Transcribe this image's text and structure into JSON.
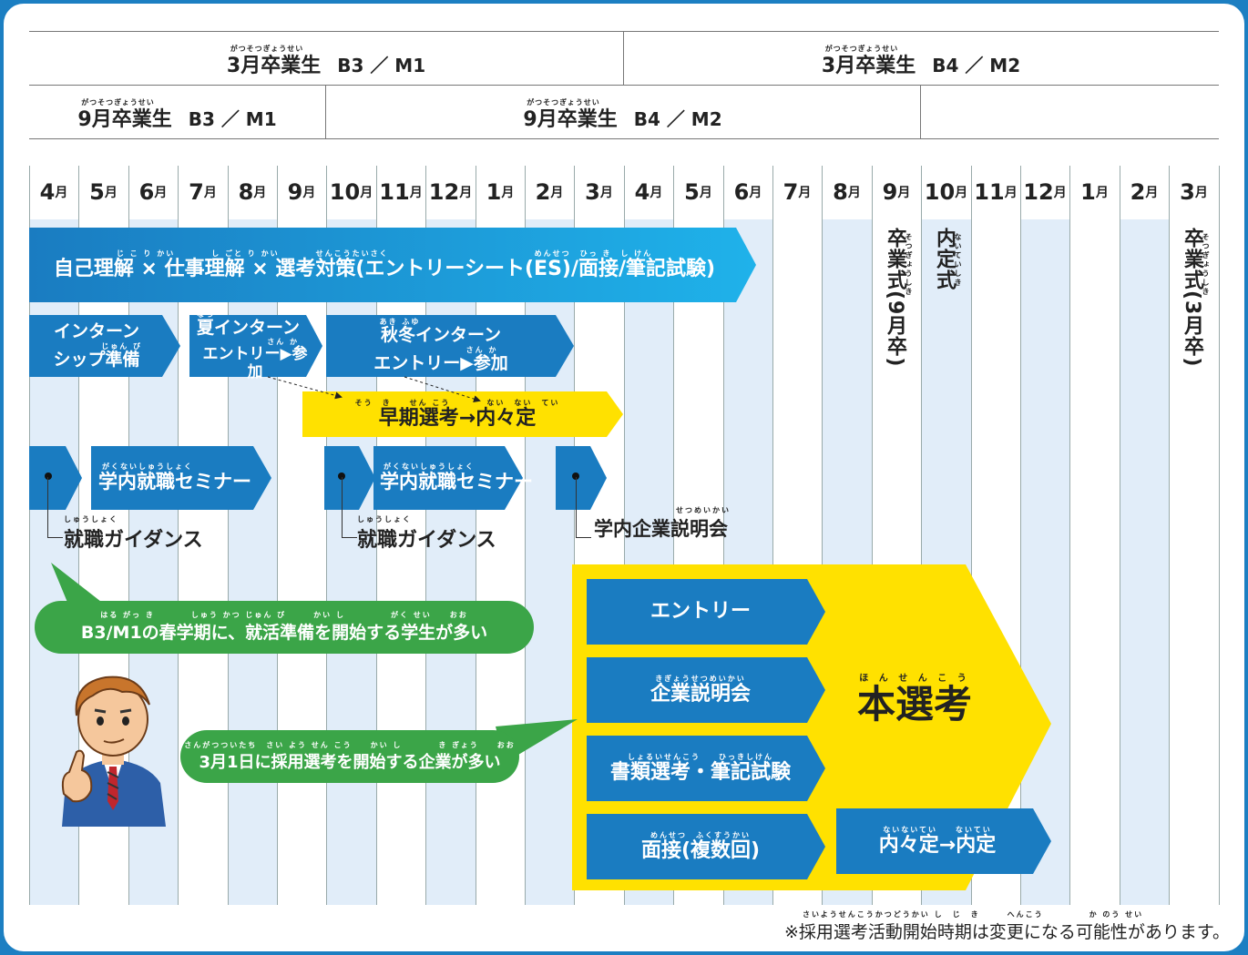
{
  "header": {
    "row1": [
      {
        "ruby": "がつそつぎょうせい",
        "label": "3月卒業生",
        "sub": "B3 ／ M1"
      },
      {
        "ruby": "がつそつぎょうせい",
        "label": "3月卒業生",
        "sub": "B4 ／ M2"
      }
    ],
    "row2": [
      {
        "ruby": "がつそつぎょうせい",
        "label": "9月卒業生",
        "sub": "B3 ／ M1"
      },
      {
        "ruby": "がつそつぎょうせい",
        "label": "9月卒業生",
        "sub": "B4 ／ M2"
      }
    ]
  },
  "months": [
    {
      "n": "4",
      "u": "月"
    },
    {
      "n": "5",
      "u": "月"
    },
    {
      "n": "6",
      "u": "月"
    },
    {
      "n": "7",
      "u": "月"
    },
    {
      "n": "8",
      "u": "月"
    },
    {
      "n": "9",
      "u": "月"
    },
    {
      "n": "10",
      "u": "月"
    },
    {
      "n": "11",
      "u": "月"
    },
    {
      "n": "12",
      "u": "月"
    },
    {
      "n": "1",
      "u": "月"
    },
    {
      "n": "2",
      "u": "月"
    },
    {
      "n": "3",
      "u": "月"
    },
    {
      "n": "4",
      "u": "月"
    },
    {
      "n": "5",
      "u": "月"
    },
    {
      "n": "6",
      "u": "月"
    },
    {
      "n": "7",
      "u": "月"
    },
    {
      "n": "8",
      "u": "月"
    },
    {
      "n": "9",
      "u": "月"
    },
    {
      "n": "10",
      "u": "月"
    },
    {
      "n": "11",
      "u": "月"
    },
    {
      "n": "12",
      "u": "月"
    },
    {
      "n": "1",
      "u": "月"
    },
    {
      "n": "2",
      "u": "月"
    },
    {
      "n": "3",
      "u": "月"
    }
  ],
  "bands": {
    "self_analysis": {
      "ruby": "じ こ り かい　　　　し ごと り かい　　　　せんこうたいさく　　　　　　　　　　　　　　　　めんせつ　ひっ き　し けん",
      "label": "自己理解 × 仕事理解 × 選考対策(エントリーシート(ES)/面接/筆記試験)"
    },
    "intern_prep": {
      "line1": "インターン",
      "ruby": "じゅん び",
      "line2": "シップ準備"
    },
    "summer_intern": {
      "ruby1": "なつ",
      "line1": "夏インターン",
      "ruby2": "さん か",
      "line2": "エントリー▶参加"
    },
    "autumn_winter_intern": {
      "ruby1": "あき ふゆ",
      "line1": "秋冬インターン",
      "ruby2": "さん か",
      "line2": "エントリー▶参加"
    },
    "early_selection": {
      "ruby": "そう　き　　せん こう　　　　ない　ない　てい",
      "label": "早期選考→内々定"
    },
    "seminar1": {
      "ruby": "がくないしゅうしょく",
      "label": "学内就職セミナー"
    },
    "seminar2": {
      "ruby": "がくないしゅうしょく",
      "label": "学内就職セミナー"
    },
    "guidance1": {
      "ruby": "しゅうしょく",
      "label": "就職ガイダンス"
    },
    "guidance2": {
      "ruby": "しゅうしょく",
      "label": "就職ガイダンス"
    },
    "company_briefing": {
      "ruby": "せつめいかい",
      "label": "学内企業説明会"
    }
  },
  "ceremonies": {
    "grad_sep": {
      "main": "卒業式(9月卒)",
      "ruby": "そつぎょうしき"
    },
    "naitei": {
      "main": "内定式",
      "ruby": "ないていしき"
    },
    "grad_mar": {
      "main": "卒業式(3月卒)",
      "ruby": "そつぎょうしき"
    }
  },
  "main_selection": {
    "ruby": "ほ ん せ ん こ う",
    "title": "本選考",
    "steps": [
      {
        "ruby": "",
        "label": "エントリー"
      },
      {
        "ruby": "きぎょうせつめいかい",
        "label": "企業説明会"
      },
      {
        "ruby": "しょるいせんこう　　ひっきしけん",
        "label": "書類選考・筆記試験"
      },
      {
        "ruby": "めんせつ　ふくすうかい",
        "label": "面接(複数回)"
      }
    ],
    "final": {
      "ruby": "ないないてい　　ないてい",
      "label": "内々定→内定"
    }
  },
  "bubbles": {
    "spring": {
      "ruby": "はる がっ き　　　　しゅう かつ じゅん び　　　かい し　　　　　がく せい　　おお",
      "text": "B3/M1の春学期に、就活準備を開始する学生が多い"
    },
    "march": {
      "ruby": "さんがつついたち　さい よう せん こう　　かい し　　　　き ぎょう　　おお",
      "text": "3月1日に採用選考を開始する企業が多い"
    }
  },
  "footnote": {
    "ruby": "さいようせんこうかつどうかい し　じ　き　　　へんこう　　　　　か のう せい",
    "text": "※採用選考活動開始時期は変更になる可能性があります。"
  },
  "colors": {
    "blue": "#1a7cc1",
    "yellow": "#ffe100",
    "green": "#3ba548",
    "frame": "#1c7fc2",
    "col_tint": "#e1edf9"
  }
}
